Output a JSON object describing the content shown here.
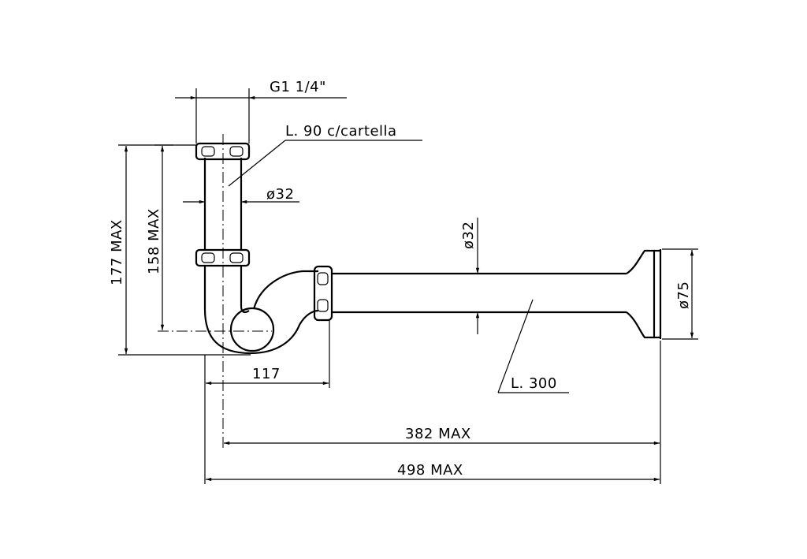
{
  "drawing": {
    "thread_label": "G1 1/4\"",
    "tube_label": "L. 90 c/cartella",
    "dia_vertical_tube": "ø32",
    "dia_horizontal_tube": "ø32",
    "dia_flange": "ø75",
    "height_total": "177 MAX",
    "height_inner": "158 MAX",
    "offset_label": "117",
    "horizontal_length_label": "L. 300",
    "length_382": "382 MAX",
    "length_498": "498 MAX"
  }
}
